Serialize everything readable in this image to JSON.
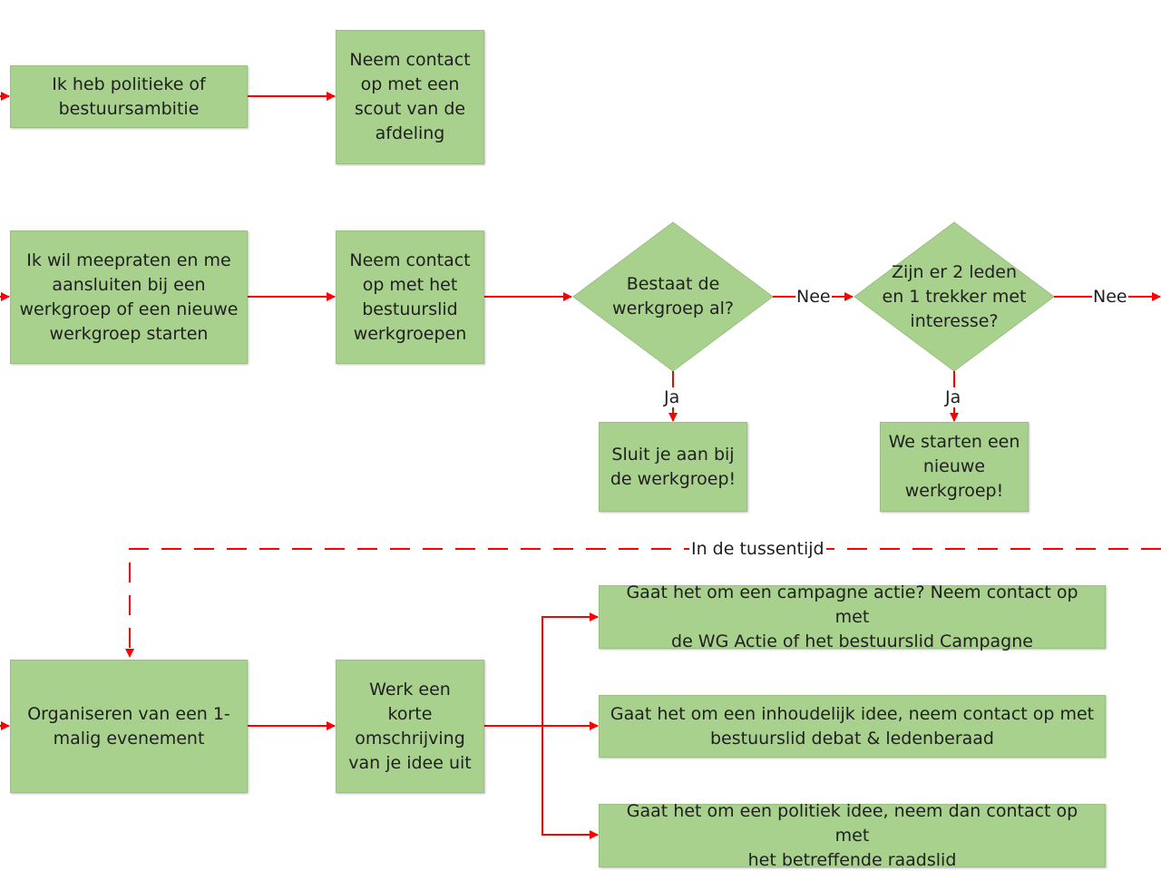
{
  "colors": {
    "box_fill": "#a9d18e",
    "connector": "#ff0000"
  },
  "nodes": {
    "politieke_ambitie": "Ik heb politieke of\nbestuursambitie",
    "contact_scout": "Neem contact\nop met een\nscout van de\nafdeling",
    "werkgroep_wens": "Ik wil meepraten en me\naansluiten bij een\nwerkgroep of een nieuwe\nwerkgroep starten",
    "contact_bestuurslid": "Neem contact\nop met het\nbestuurslid\nwerkgroepen",
    "bestaat_werkgroep": "Bestaat de\nwerkgroep al?",
    "leden_trekker": "Zijn er 2 leden\nen 1 trekker met\ninteresse?",
    "sluit_aan": "Sluit je aan bij\nde werkgroep!",
    "nieuwe_werkgroep": "We starten een\nnieuwe\nwerkgroep!",
    "evenement": "Organiseren van een 1-\nmalig evenement",
    "omschrijving": "Werk een\nkorte\nomschrijving\nvan je idee uit",
    "campagne_actie": "Gaat het om een campagne actie? Neem contact op met\nde WG Actie of het bestuurslid Campagne",
    "inhoudelijk_idee": "Gaat het om een inhoudelijk idee, neem contact op met\nbestuurslid debat & ledenberaad",
    "politiek_idee": "Gaat het om een politiek idee, neem dan contact op met\nhet betreffende raadslid"
  },
  "edge_labels": {
    "nee_1": "Nee",
    "nee_2": "Nee",
    "ja_1": "Ja",
    "ja_2": "Ja",
    "tussentijd": "In de tussentijd"
  }
}
